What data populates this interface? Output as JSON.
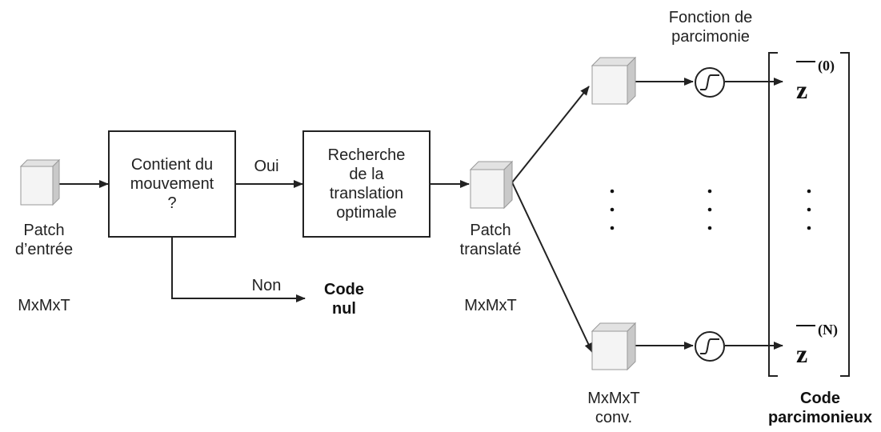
{
  "labels": {
    "input_patch": "Patch\nd’entrée",
    "input_size": "MxMxT",
    "yes": "Oui",
    "no": "Non",
    "null_code": "Code\nnul",
    "translated_patch": "Patch\ntranslaté",
    "translated_size": "MxMxT",
    "conv_size": "MxMxT\nconv.",
    "sparsity_function": "Fonction de\nparcimonie",
    "sparse_code": "Code\nparcimonieux"
  },
  "boxes": {
    "motion_test": "Contient du\nmouvement\n?",
    "translation_search": "Recherche\nde la\ntranslation\noptimale"
  },
  "outputs": {
    "z_letter": "z",
    "first_index": "(0)",
    "last_index": "(N)"
  },
  "colors": {
    "line": "#222222",
    "cube_front": "#f4f4f4",
    "cube_top": "#e2e2e2",
    "cube_side": "#c9c9c9"
  }
}
